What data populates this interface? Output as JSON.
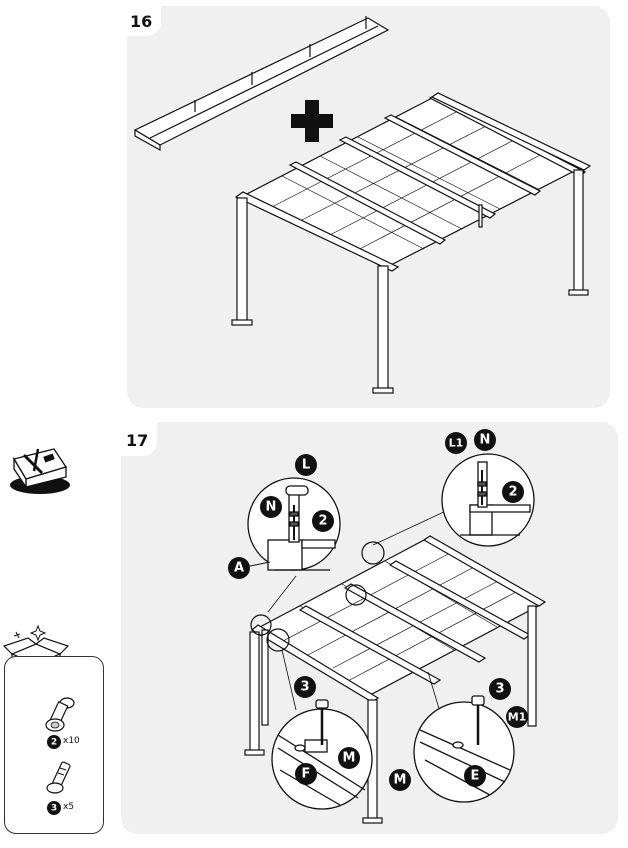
{
  "steps": [
    {
      "number": "16"
    },
    {
      "number": "17"
    }
  ],
  "callouts": {
    "L": "L",
    "N": "N",
    "two": "2",
    "A": "A",
    "L1": "L1",
    "N_right": "N",
    "two_right": "2",
    "three_left": "3",
    "F": "F",
    "M_left": "M",
    "three_right": "3",
    "M1": "M1",
    "M_right": "M",
    "E": "E"
  },
  "hardware": [
    {
      "label": "2",
      "qty": "x10"
    },
    {
      "label": "3",
      "qty": "x5"
    }
  ],
  "colors": {
    "panel": "#f0f0f0",
    "callout": "#111111"
  },
  "icons": [
    "toolbox-icon",
    "parts-box-icon",
    "bolt-icon",
    "nut-icon",
    "plus-icon"
  ]
}
